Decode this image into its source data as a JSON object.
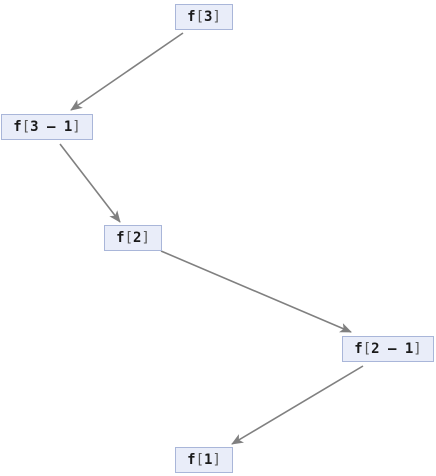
{
  "nodes": [
    {
      "id": "n0",
      "fn": "f",
      "arg": "3"
    },
    {
      "id": "n1",
      "fn": "f",
      "arg": "3 – 1"
    },
    {
      "id": "n2",
      "fn": "f",
      "arg": "2"
    },
    {
      "id": "n3",
      "fn": "f",
      "arg": "2 – 1"
    },
    {
      "id": "n4",
      "fn": "f",
      "arg": "1"
    }
  ],
  "edges": [
    {
      "from": "n0",
      "to": "n1"
    },
    {
      "from": "n1",
      "to": "n2"
    },
    {
      "from": "n2",
      "to": "n3"
    },
    {
      "from": "n3",
      "to": "n4"
    }
  ],
  "colors": {
    "edge": "#808080",
    "node_fill": "#e9edf9",
    "node_border": "#a9b6d9"
  }
}
